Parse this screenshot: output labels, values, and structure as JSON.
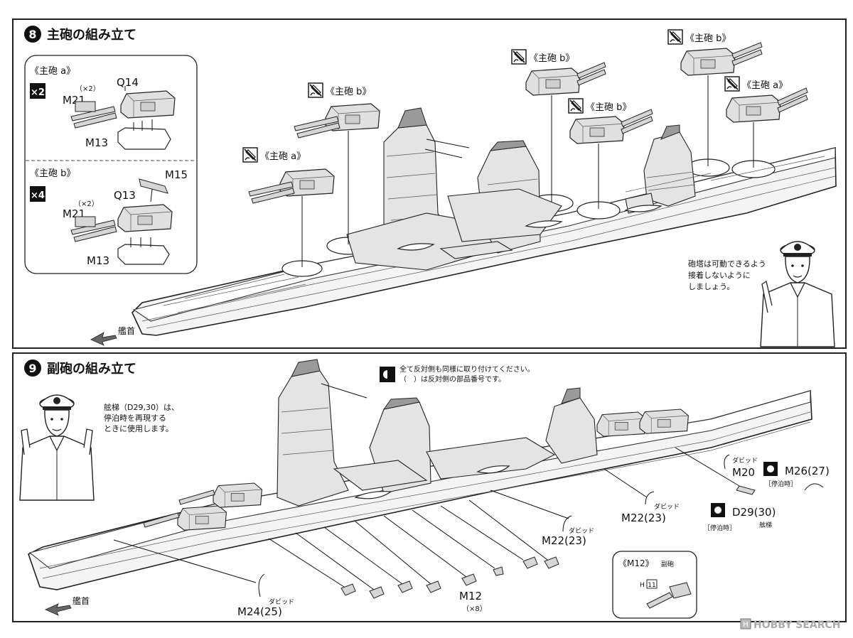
{
  "step8": {
    "number": "8",
    "title": "主砲の組み立て",
    "inset": {
      "type_a": {
        "heading": "《主砲 a》",
        "multiplier": "×2",
        "parts": {
          "q14": "Q14",
          "x2": "（×2）",
          "m21": "M21",
          "m13": "M13"
        }
      },
      "type_b": {
        "heading": "《主砲 b》",
        "multiplier": "×4",
        "parts": {
          "m15": "M15",
          "x2": "（×2）",
          "q13": "Q13",
          "m21": "M21",
          "m13": "M13"
        }
      }
    },
    "turret_labels": [
      "《主砲 a》",
      "《主砲 b》",
      "《主砲 b》",
      "《主砲 b》",
      "《主砲 b》",
      "《主砲 a》"
    ],
    "bow": "艦首",
    "note": {
      "line1": "砲塔は可動できるよう",
      "line2": "接着しないように",
      "line3": "しましょう。"
    }
  },
  "step9": {
    "number": "9",
    "title": "副砲の組み立て",
    "notice": {
      "line1": "全て反対側も同様に取り付けてください。",
      "line2": "（　）は反対側の部品番号です。"
    },
    "note": {
      "line1": "舷梯（D29,30）は、",
      "line2": "停泊時を再現する",
      "line3": "ときに使用します。"
    },
    "parts": {
      "davit": "ダビッド",
      "m20": "M20",
      "m26": "M26(27)",
      "moored_1": "［停泊時］",
      "m22_a": "M22(23)",
      "m22_b": "M22(23)",
      "d29": "D29(30)",
      "moored_2": "［停泊時］",
      "ladder": "舷梯",
      "m12": "M12",
      "m12_qty": "（×8）",
      "m24": "M24(25)"
    },
    "detail": {
      "title": "《M12》",
      "sub": "副砲",
      "part": "H",
      "num": "11"
    },
    "bow": "艦首"
  },
  "watermark": {
    "brand": "HOBBY SEARCH",
    "mark": "H"
  },
  "icons": [
    "glue-icon",
    "reverse-side-icon",
    "arrow-left-icon",
    "instructor-figure-icon"
  ]
}
